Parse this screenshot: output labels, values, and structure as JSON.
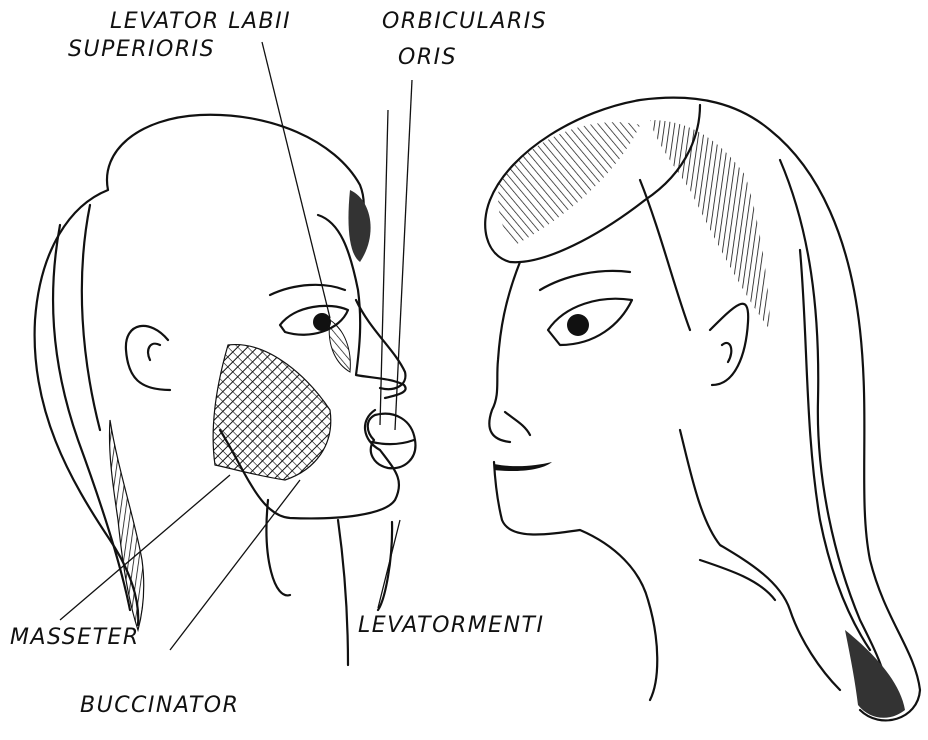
{
  "labels": {
    "levator_labii_1": "LEVATOR LABII",
    "levator_labii_2": "SUPERIORIS",
    "orbicularis_1": "ORBICULARIS",
    "orbicularis_2": "ORIS",
    "masseter": "MASSETER",
    "buccinator": "BUCCINATOR",
    "levator_menti": "LEVATORMENTI"
  }
}
